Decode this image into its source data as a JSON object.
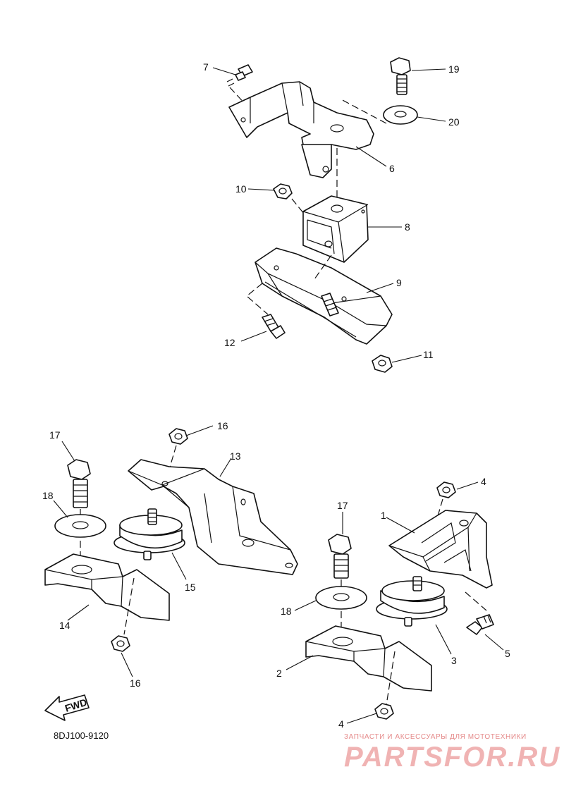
{
  "diagram": {
    "code": "8DJ100-9120",
    "fwd_label": "FWD",
    "watermark": {
      "tagline": "ЗАПЧАСТИ И АКСЕССУАРЫ ДЛЯ МОТОТЕХНИКИ",
      "logo": "PARTSFOR.RU"
    },
    "callouts": {
      "c7": "7",
      "c19": "19",
      "c20": "20",
      "c6": "6",
      "c10": "10",
      "c8": "8",
      "c9": "9",
      "c12": "12",
      "c11": "11",
      "c17a": "17",
      "c16a": "16",
      "c13": "13",
      "c18a": "18",
      "c15": "15",
      "c14": "14",
      "c16b": "16",
      "c4a": "4",
      "c1": "1",
      "c17b": "17",
      "c18b": "18",
      "c3": "3",
      "c5": "5",
      "c2": "2",
      "c4b": "4"
    }
  }
}
